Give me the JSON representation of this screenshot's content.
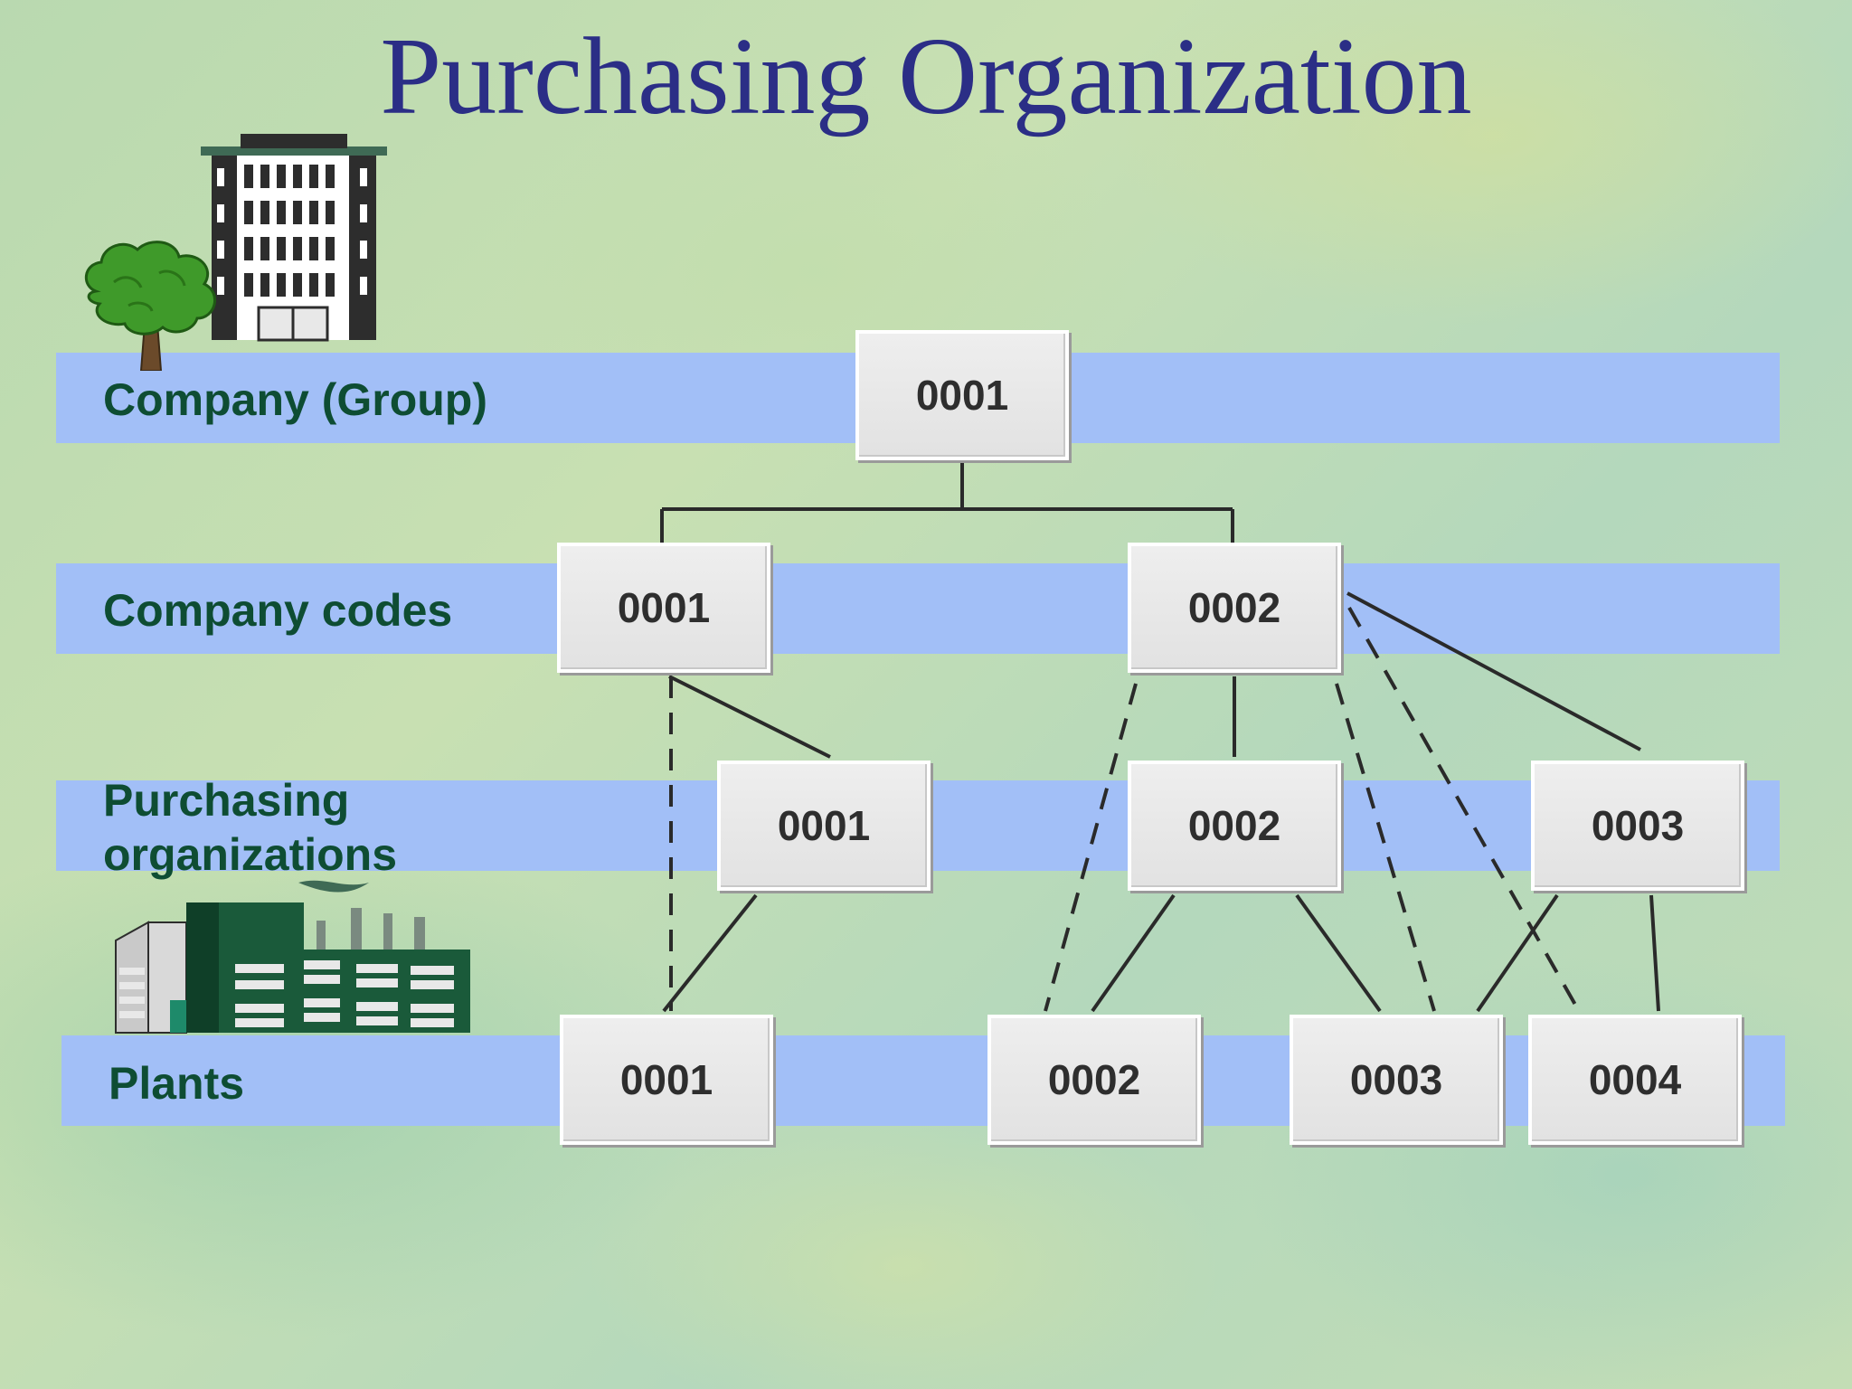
{
  "title": "Purchasing Organization",
  "levels": {
    "company": "Company (Group)",
    "company_codes": "Company codes",
    "purchasing_orgs": "Purchasing organizations",
    "plants": "Plants"
  },
  "nodes": {
    "company": [
      "0001"
    ],
    "company_codes": [
      "0001",
      "0002"
    ],
    "purchasing_orgs": [
      "0001",
      "0002",
      "0003"
    ],
    "plants": [
      "0001",
      "0002",
      "0003",
      "0004"
    ]
  },
  "icons": [
    "office-building-icon",
    "tree-icon",
    "factory-icon"
  ],
  "colors": {
    "title": "#2b2e86",
    "band": "#a2bff7",
    "label": "#0e4d33",
    "node_text": "#2e2e2e",
    "line": "#2a2a2a"
  }
}
